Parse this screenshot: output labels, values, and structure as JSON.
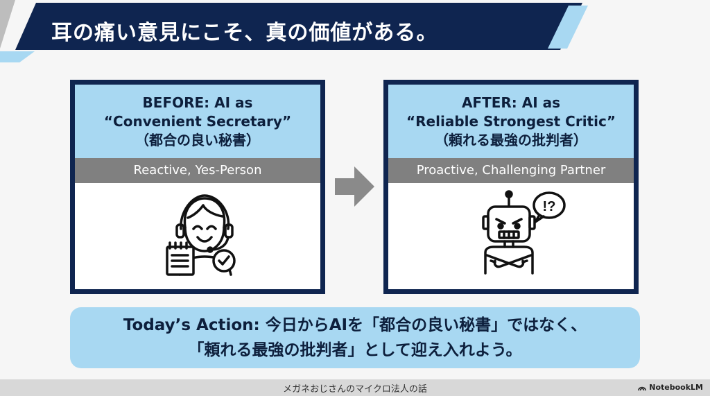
{
  "title": "耳の痛い意見にこそ、真の価値がある。",
  "before": {
    "heading_line1": "BEFORE: AI as",
    "heading_line2": "“Convenient Secretary”",
    "heading_line3": "（都合の良い秘書）",
    "subtitle": "Reactive, Yes-Person",
    "icon": "smiling-assistant-with-headset-and-checklist"
  },
  "after": {
    "heading_line1": "AFTER: AI as",
    "heading_line2": "“Reliable Strongest Critic”",
    "heading_line3": "（頼れる最強の批判者）",
    "subtitle": "Proactive, Challenging Partner",
    "icon": "frowning-robot-with-arms-crossed",
    "speech_bubble": "!?"
  },
  "action": {
    "line1": "Today’s Action: 今日からAIを「都合の良い秘書」ではなく、",
    "line2": "「頼れる最強の批判者」として迎え入れよう。"
  },
  "footer": {
    "text": "メガネおじさんのマイクロ法人の話",
    "brand": "NotebookLM"
  },
  "colors": {
    "navy": "#0f2550",
    "light_blue": "#a8d8f2",
    "gray": "#808080",
    "arrow_gray": "#8a8a8a"
  }
}
